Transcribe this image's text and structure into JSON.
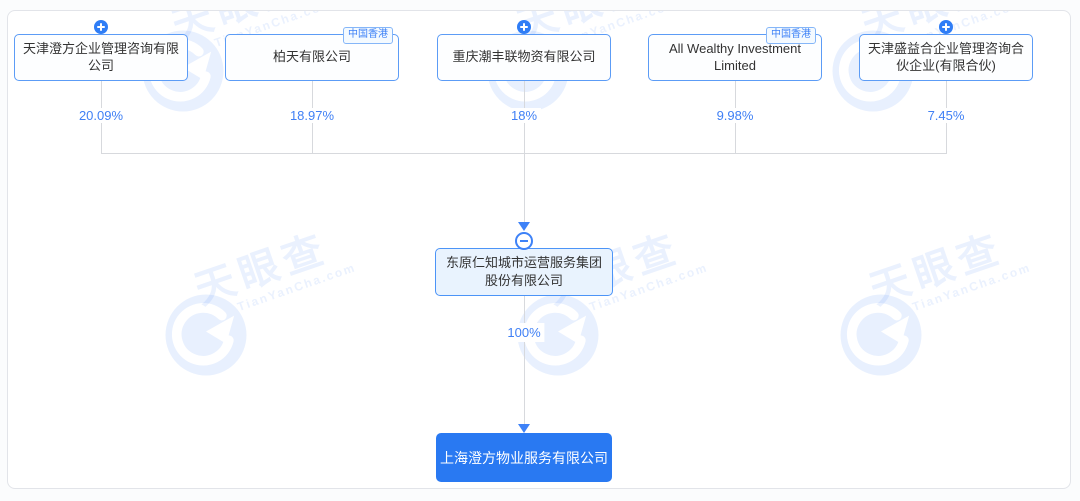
{
  "brand": {
    "watermark_text": "天眼查",
    "watermark_domain": "TianYanCha.com"
  },
  "colors": {
    "accent_blue": "#3E82F7",
    "target_box_blue": "#2979F2",
    "connector_gray": "#D7D9DD",
    "intermediate_box_fill": "#E9F3FE"
  },
  "diagram": {
    "shareholders": [
      {
        "name": "天津澄方企业管理咨询有限公司",
        "percent": "20.09%",
        "badge": "plus"
      },
      {
        "name": "柏天有限公司",
        "percent": "18.97%",
        "region_tag": "中国香港"
      },
      {
        "name": "重庆潮丰联物资有限公司",
        "percent": "18%",
        "badge": "plus"
      },
      {
        "name": "All Wealthy Investment Limited",
        "percent": "9.98%",
        "region_tag": "中国香港"
      },
      {
        "name": "天津盛益合企业管理咨询合伙企业(有限合伙)",
        "percent": "7.45%",
        "badge": "plus"
      }
    ],
    "intermediate_company": {
      "name": "东原仁知城市运营服务集团股份有限公司",
      "badge": "minus"
    },
    "ownership_to_target": {
      "percent": "100%"
    },
    "target_company": {
      "name": "上海澄方物业服务有限公司"
    }
  }
}
